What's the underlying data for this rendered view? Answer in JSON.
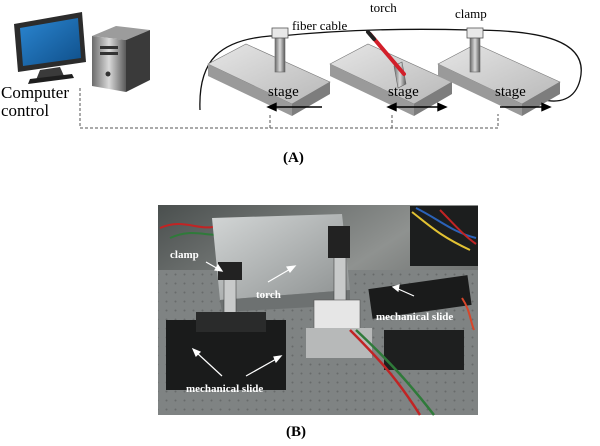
{
  "panel_a": {
    "computer_label_line1": "Computer",
    "computer_label_line2": "control",
    "fiber_cable_label": "fiber cable",
    "torch_label": "torch",
    "clamp_label": "clamp",
    "stage_label": "stage",
    "caption": "(A)"
  },
  "panel_b": {
    "clamp_label": "clamp",
    "torch_label": "torch",
    "mechanical_slide_right": "mechanical slide",
    "mechanical_slide_bottom": "mechanical slide",
    "caption": "(B)"
  },
  "colors": {
    "monitor_screen": "#1f6fb5",
    "torch_red": "#d21f2a",
    "stage_top": "#cfcfcf",
    "stage_side": "#9a9a9a"
  }
}
